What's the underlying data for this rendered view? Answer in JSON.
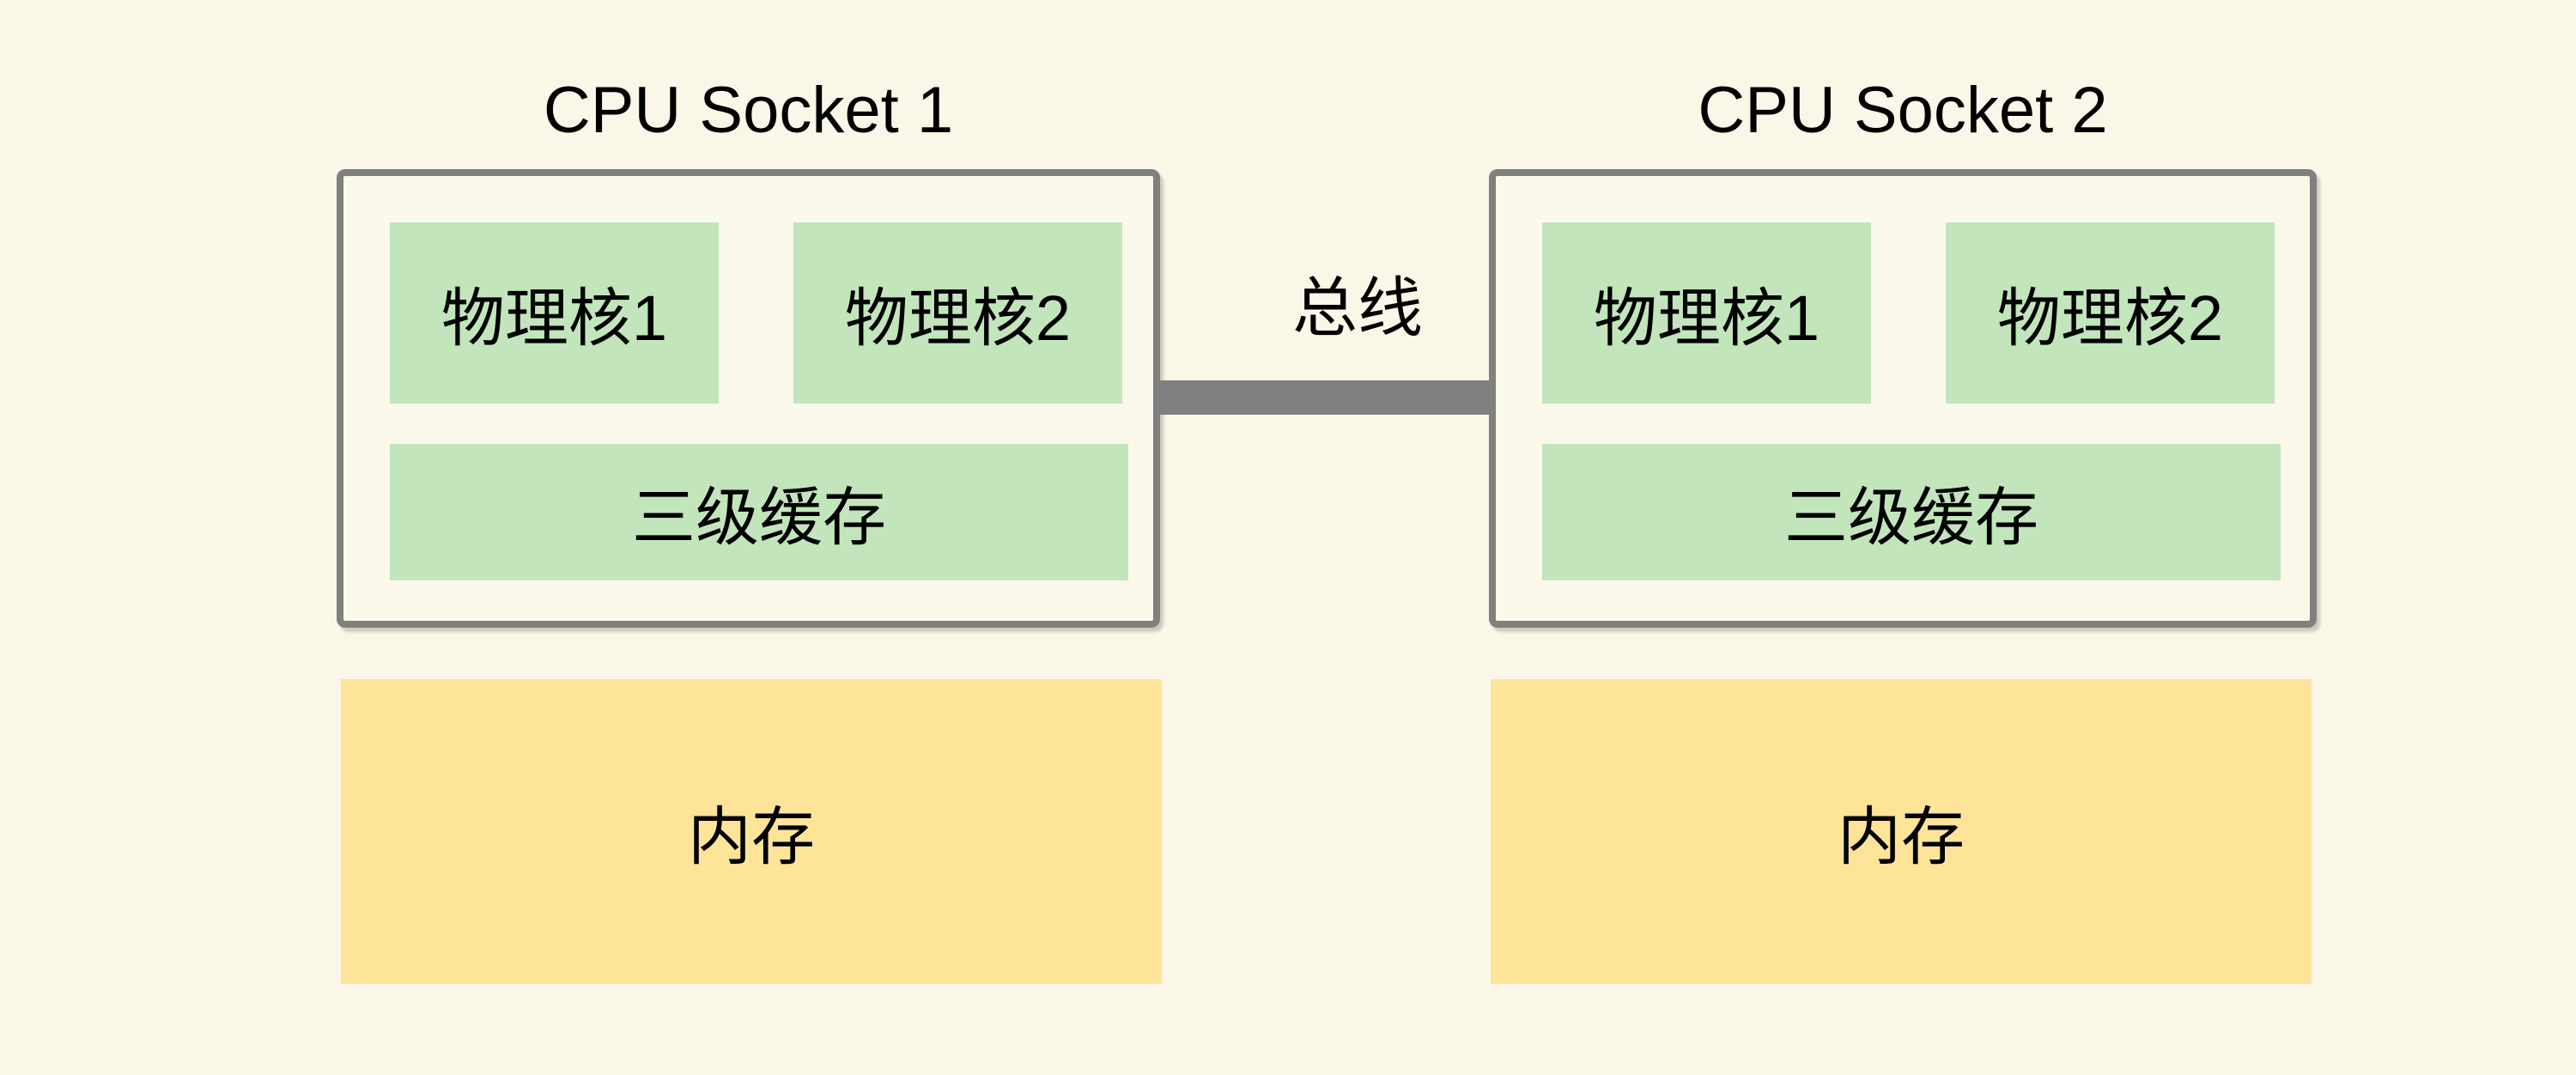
{
  "sockets": [
    {
      "title": "CPU Socket 1",
      "cores": [
        "物理核1",
        "物理核2"
      ],
      "cache": "三级缓存",
      "memory": "内存"
    },
    {
      "title": "CPU Socket 2",
      "cores": [
        "物理核1",
        "物理核2"
      ],
      "cache": "三级缓存",
      "memory": "内存"
    }
  ],
  "bus": {
    "label": "总线"
  },
  "colors": {
    "background": "#FAF7E9",
    "socket_fill": "#FBF8EC",
    "core_fill": "#C2E5BC",
    "memory_fill": "#FDE499",
    "line_gray": "#808080",
    "text": "#000000"
  }
}
